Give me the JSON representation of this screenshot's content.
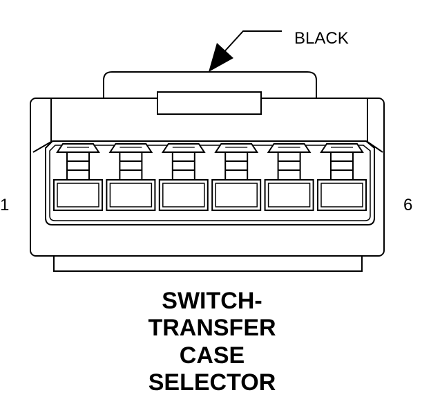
{
  "connector": {
    "wire_color_label": "BLACK",
    "pin_left_label": "1",
    "pin_right_label": "6",
    "cavity_count": 6,
    "title_lines": [
      "SWITCH-",
      "TRANSFER",
      "CASE",
      "SELECTOR"
    ]
  }
}
